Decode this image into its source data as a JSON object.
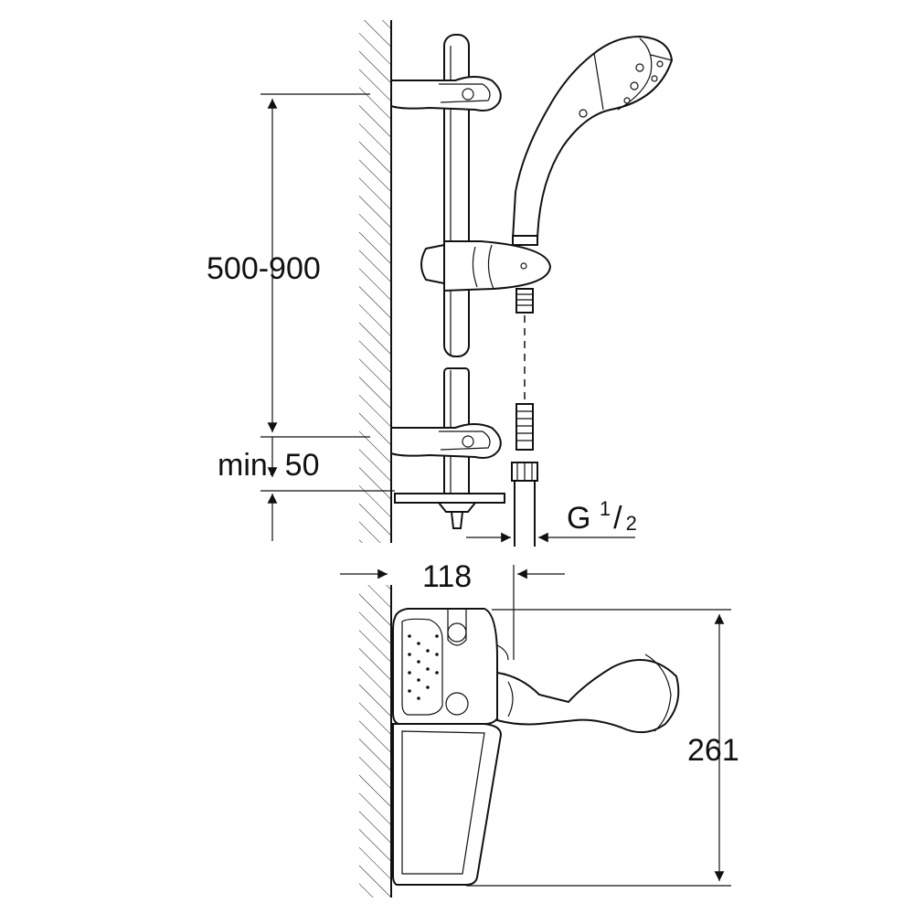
{
  "dimensions": {
    "rail_height": "500-900",
    "min_clearance": "min. 50",
    "thread_prefix": "G ",
    "thread_num": "1",
    "thread_den": "2",
    "projection": "118",
    "soap_dish_height": "261"
  }
}
